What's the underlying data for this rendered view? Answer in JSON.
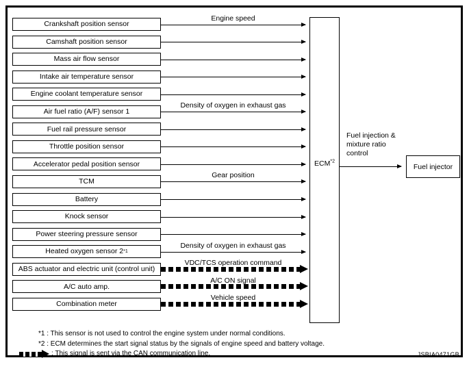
{
  "figure": {
    "id_code": "JSBIA0471GB",
    "ecm": {
      "label": "ECM",
      "footnote_marker": "*2"
    },
    "output_box": {
      "label": "Fuel injector"
    },
    "output_signal": {
      "label": "Fuel injection & mixture ratio control"
    },
    "inputs": [
      {
        "label": "Crankshaft position sensor",
        "signal": "Engine speed",
        "link": "wire"
      },
      {
        "label": "Camshaft position sensor",
        "signal": "",
        "link": "wire"
      },
      {
        "label": "Mass air flow sensor",
        "signal": "",
        "link": "wire"
      },
      {
        "label": "Intake air temperature sensor",
        "signal": "",
        "link": "wire"
      },
      {
        "label": "Engine coolant temperature sensor",
        "signal": "",
        "link": "wire"
      },
      {
        "label": "Air fuel ratio (A/F) sensor 1",
        "signal": "Density of oxygen in exhaust gas",
        "link": "wire"
      },
      {
        "label": "Fuel rail pressure sensor",
        "signal": "",
        "link": "wire"
      },
      {
        "label": "Throttle position sensor",
        "signal": "",
        "link": "wire"
      },
      {
        "label": "Accelerator pedal position sensor",
        "signal": "",
        "link": "wire"
      },
      {
        "label": "TCM",
        "signal": "Gear position",
        "link": "wire"
      },
      {
        "label": "Battery",
        "signal": "",
        "link": "wire"
      },
      {
        "label": "Knock sensor",
        "signal": "",
        "link": "wire"
      },
      {
        "label": "Power steering pressure sensor",
        "signal": "",
        "link": "wire"
      },
      {
        "label": "Heated oxygen sensor 2",
        "footnote_marker": "*1",
        "signal": "Density of oxygen in exhaust gas",
        "link": "wire"
      },
      {
        "label": "ABS actuator and electric unit (control unit)",
        "signal": "VDC/TCS operation command",
        "link": "can"
      },
      {
        "label": "A/C auto amp.",
        "signal": "A/C ON signal",
        "link": "can"
      },
      {
        "label": "Combination meter",
        "signal": "Vehicle speed",
        "link": "can"
      }
    ],
    "footnotes": [
      "*1 : This sensor is not used to control the engine system under normal conditions.",
      "*2 : ECM determines the start signal status by the signals of engine speed and battery voltage."
    ],
    "legend": {
      "text": ": This signal is sent via the CAN communication line."
    }
  }
}
